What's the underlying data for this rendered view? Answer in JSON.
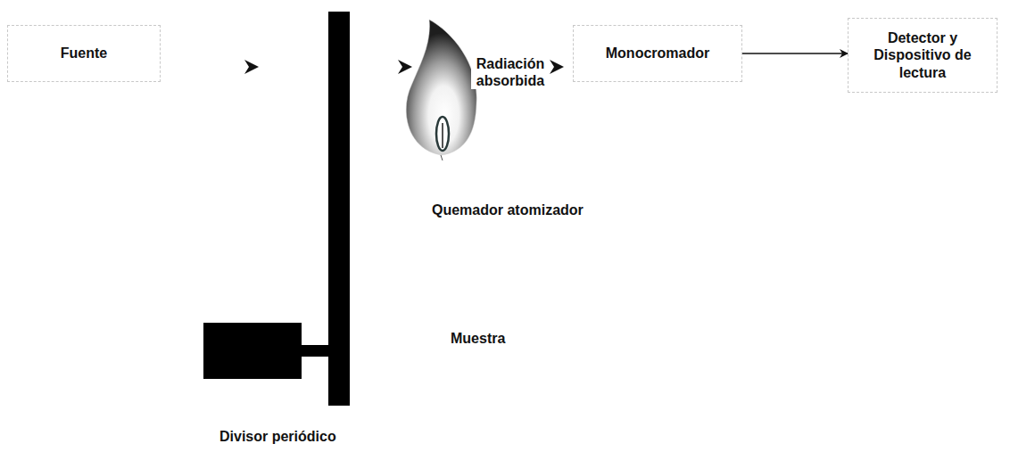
{
  "diagram": {
    "nodes": [
      {
        "text": [
          "Fuente"
        ]
      },
      {
        "text": [
          "Monocromador"
        ]
      },
      {
        "text": [
          "Detector y Dispositivo de lectura"
        ]
      }
    ],
    "edges": [
      {
        "from": 1,
        "to": 2,
        "arrow": "to"
      }
    ],
    "labels": [
      "Radiación absorbida",
      "Quemador atomizador",
      "Muestra",
      "Divisor periódico"
    ]
  }
}
